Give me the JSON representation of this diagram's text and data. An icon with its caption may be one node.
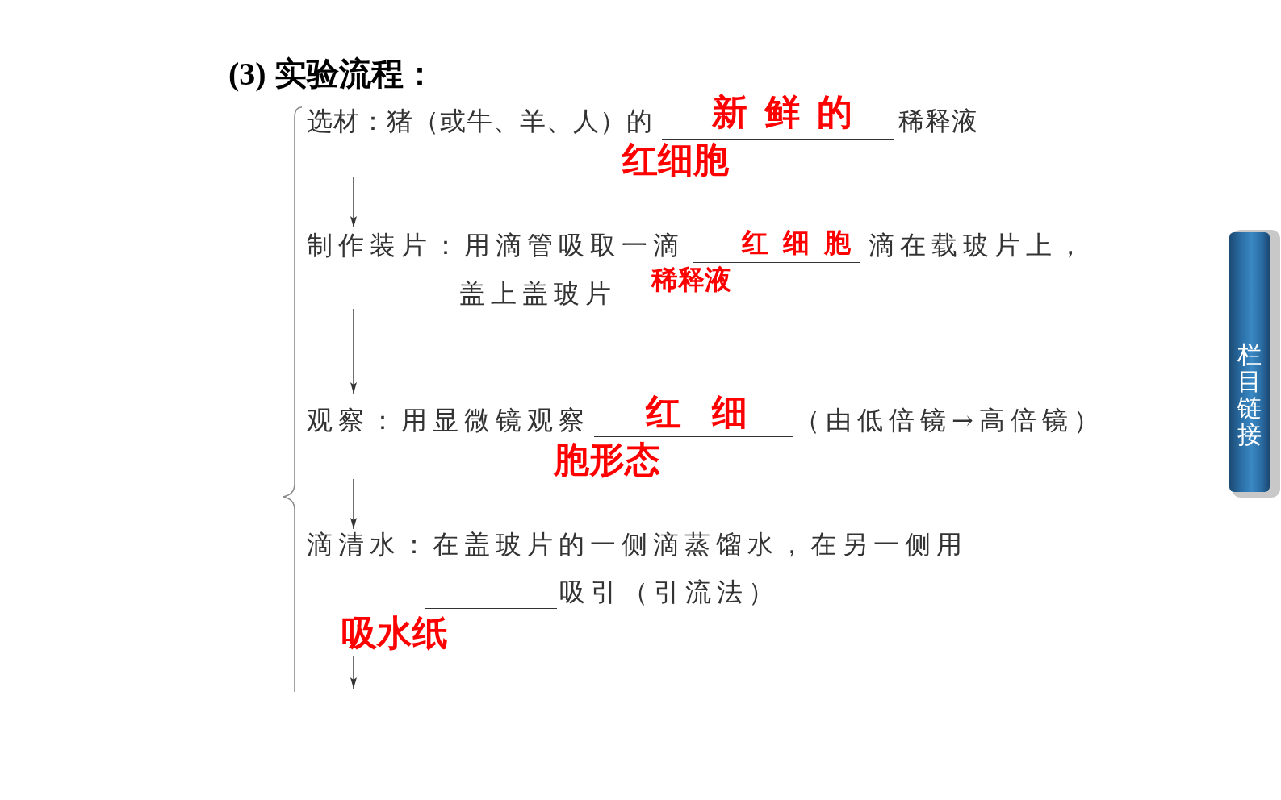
{
  "diagram": {
    "title": "(3) 实验流程：",
    "nodes": [
      {
        "text": [
          "选材：猪（或牛、羊、人）的",
          "新鲜的",
          "红细胞",
          "稀释液"
        ]
      },
      {
        "text": [
          "制作装片：用滴管吸取一滴",
          "红细胞",
          "稀释液",
          "滴在载玻片上，",
          "盖上盖玻片"
        ]
      },
      {
        "text": [
          "观察：用显微镜观察",
          "红细",
          "胞形态",
          "（由低倍镜→高倍镜）"
        ]
      },
      {
        "text": [
          "滴清水：在盖玻片的一侧滴蒸馏水，在另一侧用",
          "吸水纸",
          "吸引（引流法）"
        ]
      },
      {
        "text": [
          "栏目链接"
        ]
      }
    ],
    "edges": [
      {
        "from": 0,
        "to": 1,
        "arrow": "to"
      },
      {
        "from": 1,
        "to": 2,
        "arrow": "to"
      },
      {
        "from": 2,
        "to": 3,
        "arrow": "to"
      },
      {
        "from": 3,
        "to": null,
        "arrow": "to"
      }
    ]
  }
}
